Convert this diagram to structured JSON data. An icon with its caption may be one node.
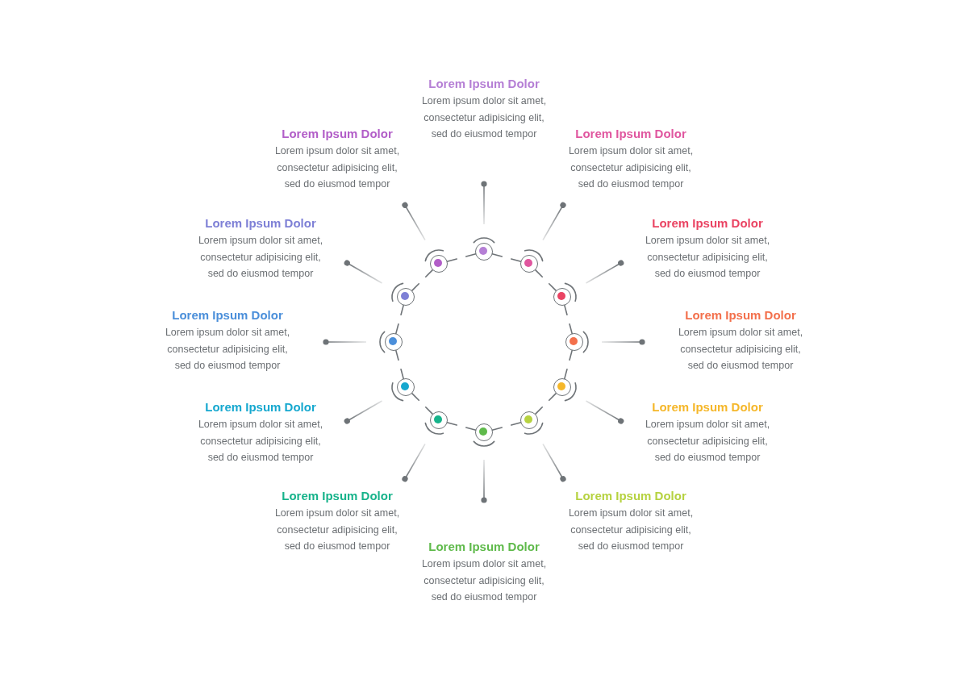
{
  "diagram": {
    "nodes": [
      {
        "text": [
          "Lorem Ipsum Dolor",
          "Lorem ipsum dolor sit amet, consectetur adipisicing elit, sed do eiusmod tempor"
        ]
      },
      {
        "text": [
          "Lorem Ipsum Dolor",
          "Lorem ipsum dolor sit amet, consectetur adipisicing elit, sed do eiusmod tempor"
        ]
      },
      {
        "text": [
          "Lorem Ipsum Dolor",
          "Lorem ipsum dolor sit amet, consectetur adipisicing elit, sed do eiusmod tempor"
        ]
      },
      {
        "text": [
          "Lorem Ipsum Dolor",
          "Lorem ipsum dolor sit amet, consectetur adipisicing elit, sed do eiusmod tempor"
        ]
      },
      {
        "text": [
          "Lorem Ipsum Dolor",
          "Lorem ipsum dolor sit amet, consectetur adipisicing elit, sed do eiusmod tempor"
        ]
      },
      {
        "text": [
          "Lorem Ipsum Dolor",
          "Lorem ipsum dolor sit amet, consectetur adipisicing elit, sed do eiusmod tempor"
        ]
      },
      {
        "text": [
          "Lorem Ipsum Dolor",
          "Lorem ipsum dolor sit amet, consectetur adipisicing elit, sed do eiusmod tempor"
        ]
      },
      {
        "text": [
          "Lorem Ipsum Dolor",
          "Lorem ipsum dolor sit amet, consectetur adipisicing elit, sed do eiusmod tempor"
        ]
      },
      {
        "text": [
          "Lorem Ipsum Dolor",
          "Lorem ipsum dolor sit amet, consectetur adipisicing elit, sed do eiusmod tempor"
        ]
      },
      {
        "text": [
          "Lorem Ipsum Dolor",
          "Lorem ipsum dolor sit amet, consectetur adipisicing elit, sed do eiusmod tempor"
        ]
      },
      {
        "text": [
          "Lorem Ipsum Dolor",
          "Lorem ipsum dolor sit amet, consectetur adipisicing elit, sed do eiusmod tempor"
        ]
      },
      {
        "text": [
          "Lorem Ipsum Dolor",
          "Lorem ipsum dolor sit amet, consectetur adipisicing elit, sed do eiusmod tempor"
        ]
      },
      {
        "text": [],
        "shape": "circle"
      },
      {
        "text": [],
        "shape": "circle"
      },
      {
        "text": [],
        "shape": "circle"
      },
      {
        "text": [],
        "shape": "circle"
      },
      {
        "text": [],
        "shape": "circle"
      },
      {
        "text": [],
        "shape": "circle"
      },
      {
        "text": [],
        "shape": "circle"
      },
      {
        "text": [],
        "shape": "circle"
      },
      {
        "text": [],
        "shape": "circle"
      },
      {
        "text": [],
        "shape": "circle"
      },
      {
        "text": [],
        "shape": "circle"
      },
      {
        "text": [],
        "shape": "circle"
      }
    ],
    "edges": [
      {
        "from": 0,
        "to": 12,
        "arrow": "other"
      },
      {
        "from": 1,
        "to": 13,
        "arrow": "other"
      },
      {
        "from": 2,
        "to": 14,
        "arrow": "other"
      },
      {
        "from": 3,
        "to": 15,
        "arrow": "other"
      },
      {
        "from": 4,
        "to": 16,
        "arrow": "other"
      },
      {
        "from": 5,
        "to": 17,
        "arrow": "other"
      },
      {
        "from": 6,
        "to": 18,
        "arrow": "other"
      },
      {
        "from": 7,
        "to": 19,
        "arrow": "other"
      },
      {
        "from": 8,
        "to": 20,
        "arrow": "other"
      },
      {
        "from": 9,
        "to": 21,
        "arrow": "other"
      },
      {
        "from": 10,
        "to": 22,
        "arrow": "other"
      },
      {
        "from": 11,
        "to": 23,
        "arrow": "other"
      }
    ]
  }
}
